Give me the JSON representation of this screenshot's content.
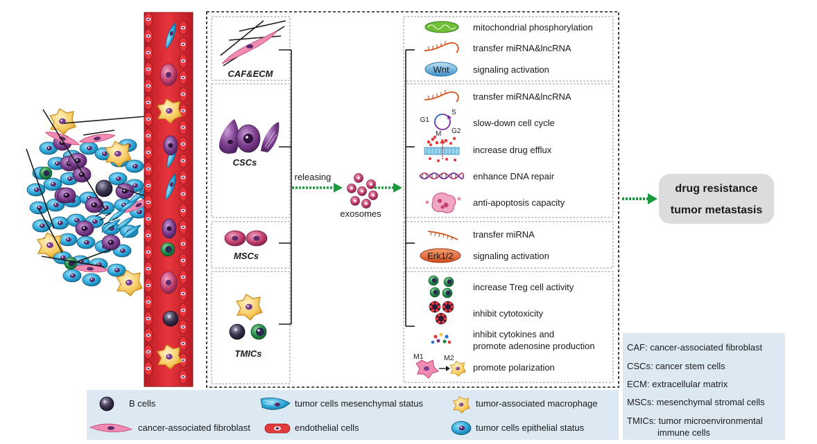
{
  "sources": {
    "caf_ecm": "CAF&ECM",
    "cscs": "CSCs",
    "mscs": "MSCs",
    "tmics": "TMICs"
  },
  "flow": {
    "releasing": "releasing",
    "exosomes": "exosomes"
  },
  "effects": {
    "caf_ecm": [
      {
        "icon": "mitochondrion-icon",
        "text": "mitochondrial phosphorylation"
      },
      {
        "icon": "rna-strand-icon",
        "text": "transfer miRNA&lncRNA"
      },
      {
        "icon": "wnt-icon",
        "text": "signaling activation",
        "icon_label": "Wnt"
      }
    ],
    "cscs": [
      {
        "icon": "rna-strand-icon",
        "text": "transfer miRNA&lncRNA"
      },
      {
        "icon": "cell-cycle-icon",
        "text": "slow-down cell cycle"
      },
      {
        "icon": "efflux-icon",
        "text": "increase drug efflux"
      },
      {
        "icon": "dna-icon",
        "text": "enhance DNA repair"
      },
      {
        "icon": "apoptosis-icon",
        "text": "anti-apoptosis capacity"
      }
    ],
    "mscs": [
      {
        "icon": "mirna-icon",
        "text": "transfer miRNA"
      },
      {
        "icon": "erk-icon",
        "text": "signaling activation",
        "icon_label": "Erk1/2"
      }
    ],
    "tmics": [
      {
        "icon": "treg-icon",
        "text": "increase Treg cell activity"
      },
      {
        "icon": "cytotoxic-icon",
        "text": "inhibit cytotoxicity"
      },
      {
        "icon": "cytokine-icon",
        "text": "inhibit cytokines and",
        "text2": "promote adenosine production"
      },
      {
        "icon": "polarization-icon",
        "text": "promote polarization"
      }
    ]
  },
  "cell_cycle_labels": {
    "g1": "G1",
    "s": "S",
    "g2": "G2",
    "m": "M"
  },
  "polarization_labels": {
    "m1": "M1",
    "m2": "M2"
  },
  "outcome": {
    "line1": "drug resistance",
    "line2": "tumor metastasis"
  },
  "legend": [
    {
      "icon": "b-cell-icon",
      "label": "B cells"
    },
    {
      "icon": "mesenchymal-cell-icon",
      "label": "tumor cells mesenchymal status"
    },
    {
      "icon": "macrophage-icon",
      "label": "tumor-associated macrophage"
    },
    {
      "icon": "fibroblast-icon",
      "label": "cancer-associated fibroblast"
    },
    {
      "icon": "endothelial-cell-icon",
      "label": "endothelial cells"
    },
    {
      "icon": "epithelial-cell-icon",
      "label": "tumor cells epithelial status"
    }
  ],
  "abbreviations": [
    {
      "text": "CAF: cancer-associated fibroblast"
    },
    {
      "text": "CSCs: cancer stem cells"
    },
    {
      "text": "ECM: extracellular matrix"
    },
    {
      "text": "MSCs: mesenchymal stromal cells"
    },
    {
      "text": "TMICs: tumor microenvironmental",
      "text2": "immune cells"
    }
  ],
  "colors": {
    "vessel": "#d9262e",
    "vessel_dark": "#9e1a1f",
    "blue_cell": "#2aa7d9",
    "purple_cell": "#7a3d8c",
    "macrophage": "#f5c85a",
    "arrow_green": "#1a9a3c",
    "legend_bg": "#dce9f2",
    "outcome_bg": "#dcdcdc",
    "nucleus": "#3a2a5a"
  }
}
